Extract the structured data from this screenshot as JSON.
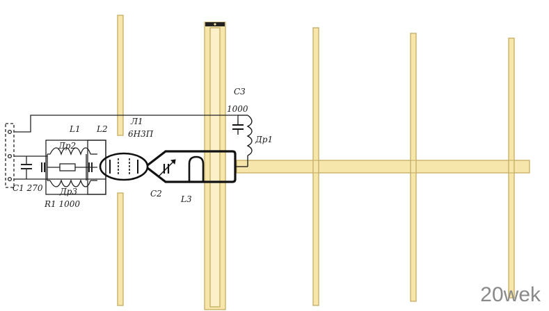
{
  "labels": {
    "c3": "C3",
    "c3_value": "1000",
    "l1_lamp": "Л1",
    "lamp_type": "6Н3П",
    "l1": "L1",
    "l2": "L2",
    "dr1": "Др1",
    "dr2": "Др2",
    "dr3": "Др3",
    "c1": "C1 270",
    "r1": "R1 1000",
    "c2": "C2",
    "l3": "L3"
  },
  "watermark": "20wek",
  "colors": {
    "element": "#f6e6a9",
    "element_edge": "#c7b06a",
    "wire": "#222222"
  }
}
